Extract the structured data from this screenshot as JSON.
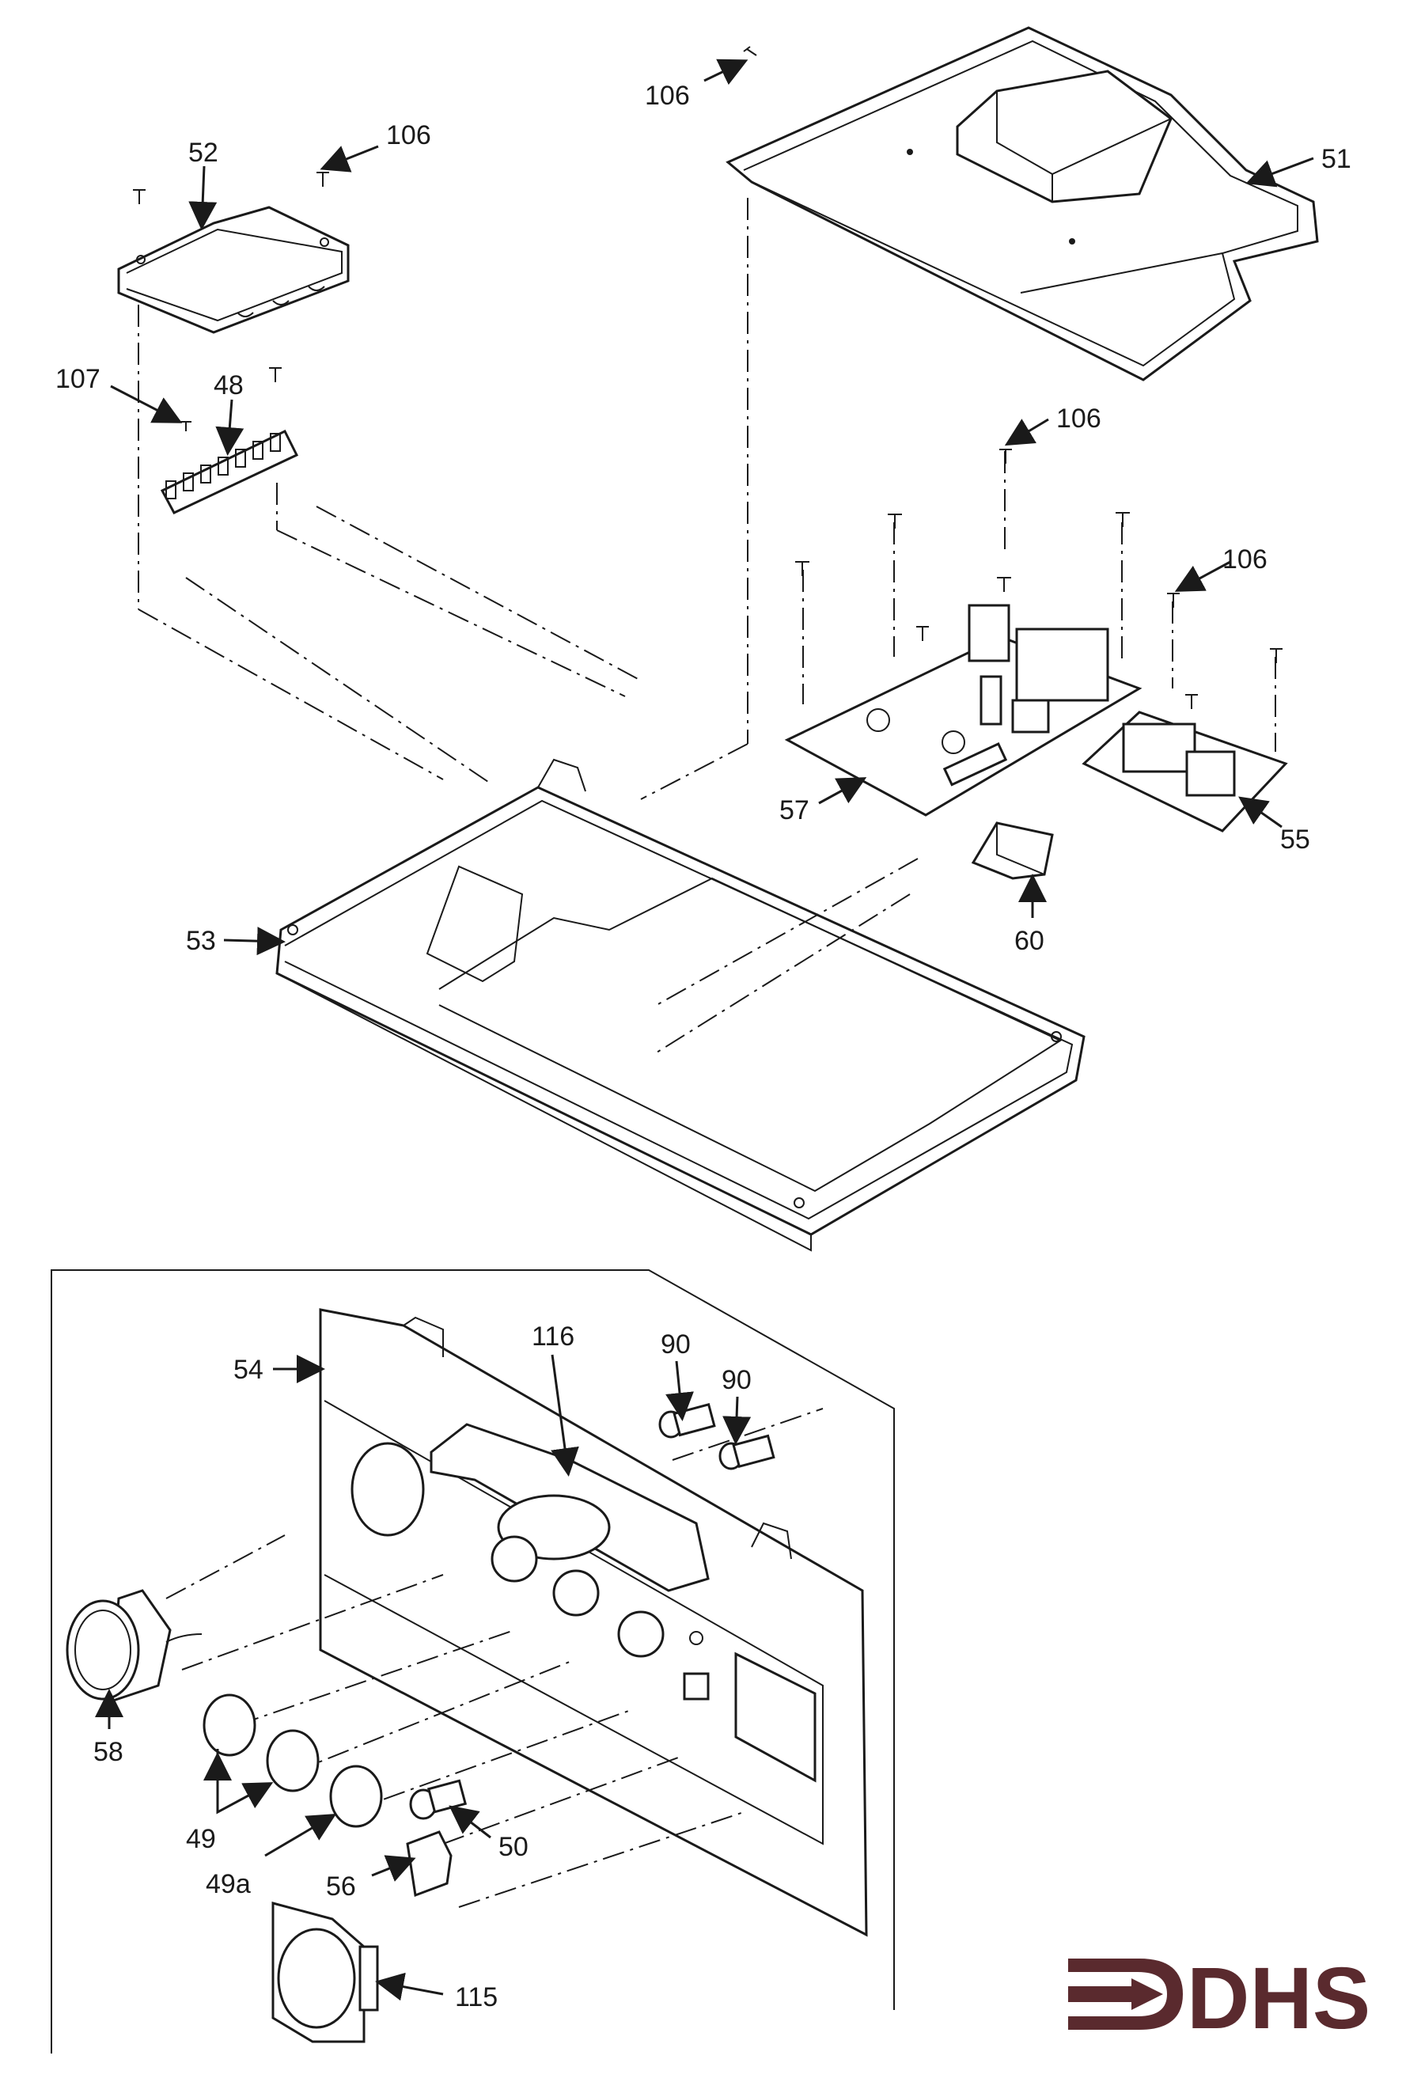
{
  "parts": {
    "p51": "51",
    "p52": "52",
    "p53": "53",
    "p54": "54",
    "p55": "55",
    "p57": "57",
    "p60": "60",
    "p48": "48",
    "p107": "107",
    "p106a": "106",
    "p106b": "106",
    "p106c": "106",
    "p106d": "106",
    "p116": "116",
    "p90a": "90",
    "p90b": "90",
    "p58": "58",
    "p49": "49",
    "p49a": "49a",
    "p50": "50",
    "p56": "56",
    "p115": "115"
  },
  "logo": {
    "text": "DHS",
    "color": "#5a2a2e"
  },
  "colors": {
    "ink": "#1a1a1a",
    "paper": "#ffffff"
  }
}
